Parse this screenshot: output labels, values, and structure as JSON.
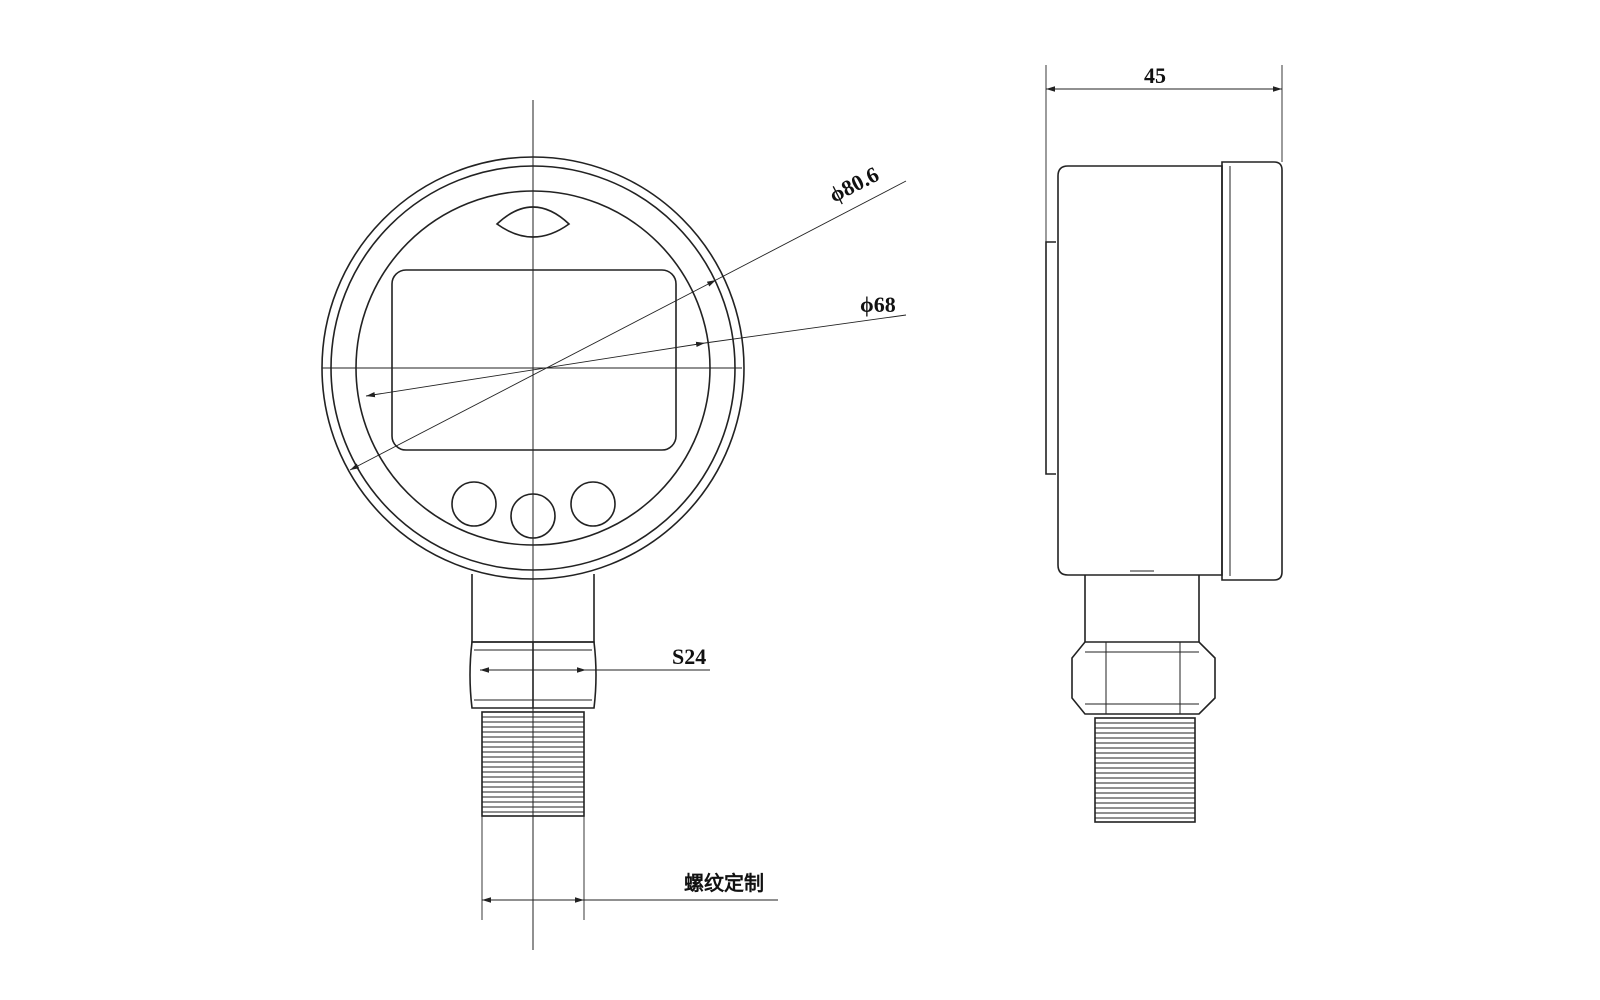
{
  "front_view": {
    "outer_diameter_label": "ϕ80.6",
    "inner_diameter_label": "ϕ68",
    "hex_label": "S24",
    "thread_label": "螺纹定制"
  },
  "side_view": {
    "depth_label": "45"
  },
  "colors": {
    "line": "#222222",
    "background": "#ffffff"
  }
}
